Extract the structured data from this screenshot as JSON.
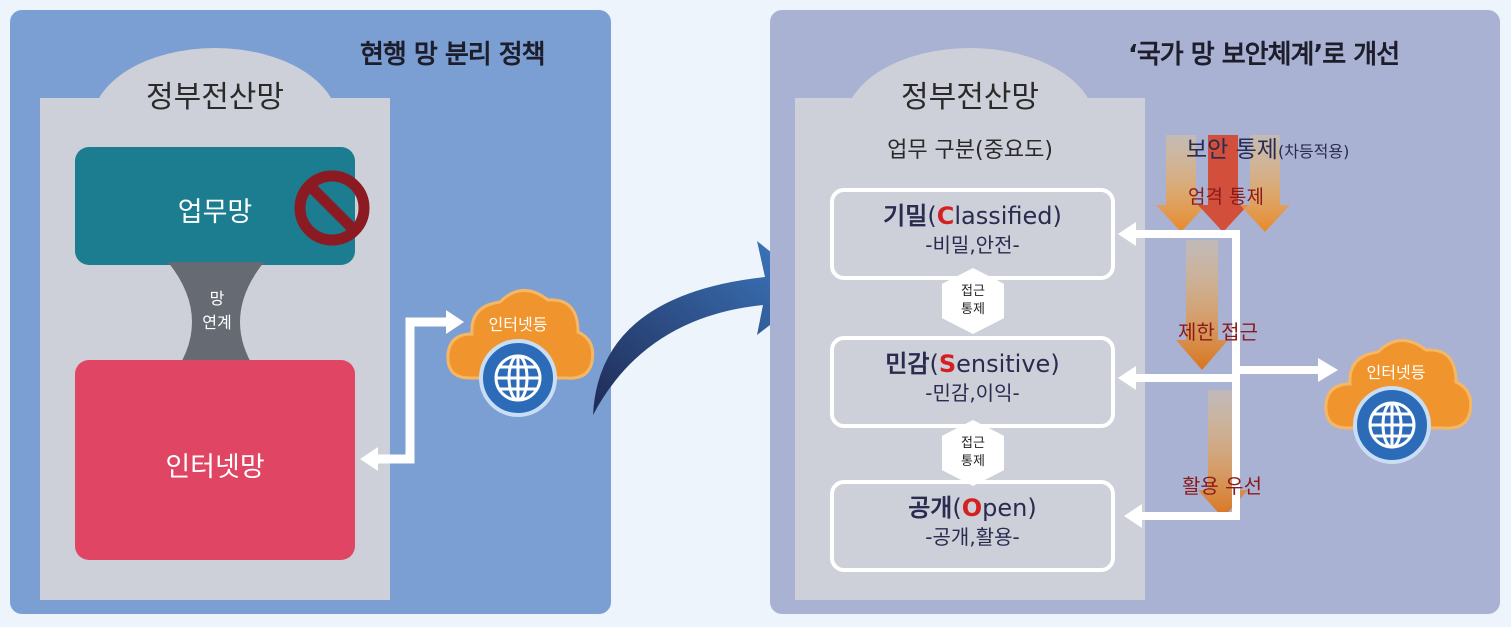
{
  "left": {
    "title": "현행 망 분리 정책",
    "gov_network": "정부전산망",
    "business_network": "업무망",
    "link_label": [
      "망",
      "연계"
    ],
    "internet_network": "인터넷망",
    "cloud_label": "인터넷등",
    "no_entry_icon": "prohibited-icon",
    "globe_icon": "globe-icon"
  },
  "right": {
    "title": "‘국가 망 보안체계’로 개선",
    "gov_network": "정부전산망",
    "classification": "업무 구분(중요도)",
    "security_control": "보안 통제",
    "security_control_note": "(차등적용)",
    "strict_control": "엄격 통제",
    "limited_access": "제한 접근",
    "utilization_first": "활용 우선",
    "access_control": [
      "접근",
      "통제"
    ],
    "levels": [
      {
        "ko": "기밀",
        "open": "(",
        "initial": "C",
        "rest": "lassified",
        "close": ")",
        "desc": "-비밀,안전-"
      },
      {
        "ko": "민감",
        "open": "(",
        "initial": "S",
        "rest": "ensitive",
        "close": ")",
        "desc": "-민감,이익-"
      },
      {
        "ko": "공개",
        "open": "(",
        "initial": "O",
        "rest": "pen",
        "close": ")",
        "desc": "-공개,활용-"
      }
    ],
    "cloud_label": "인터넷등",
    "globe_icon": "globe-icon"
  },
  "colors": {
    "left_panel": "#7b9fd2",
    "right_panel": "#a9b2d3",
    "business_network": "#1b7d8f",
    "internet_network": "#e04563",
    "cloud": "#f0952e",
    "highlight_red": "#d42020",
    "arrow_blue": "#2e5b9c"
  }
}
